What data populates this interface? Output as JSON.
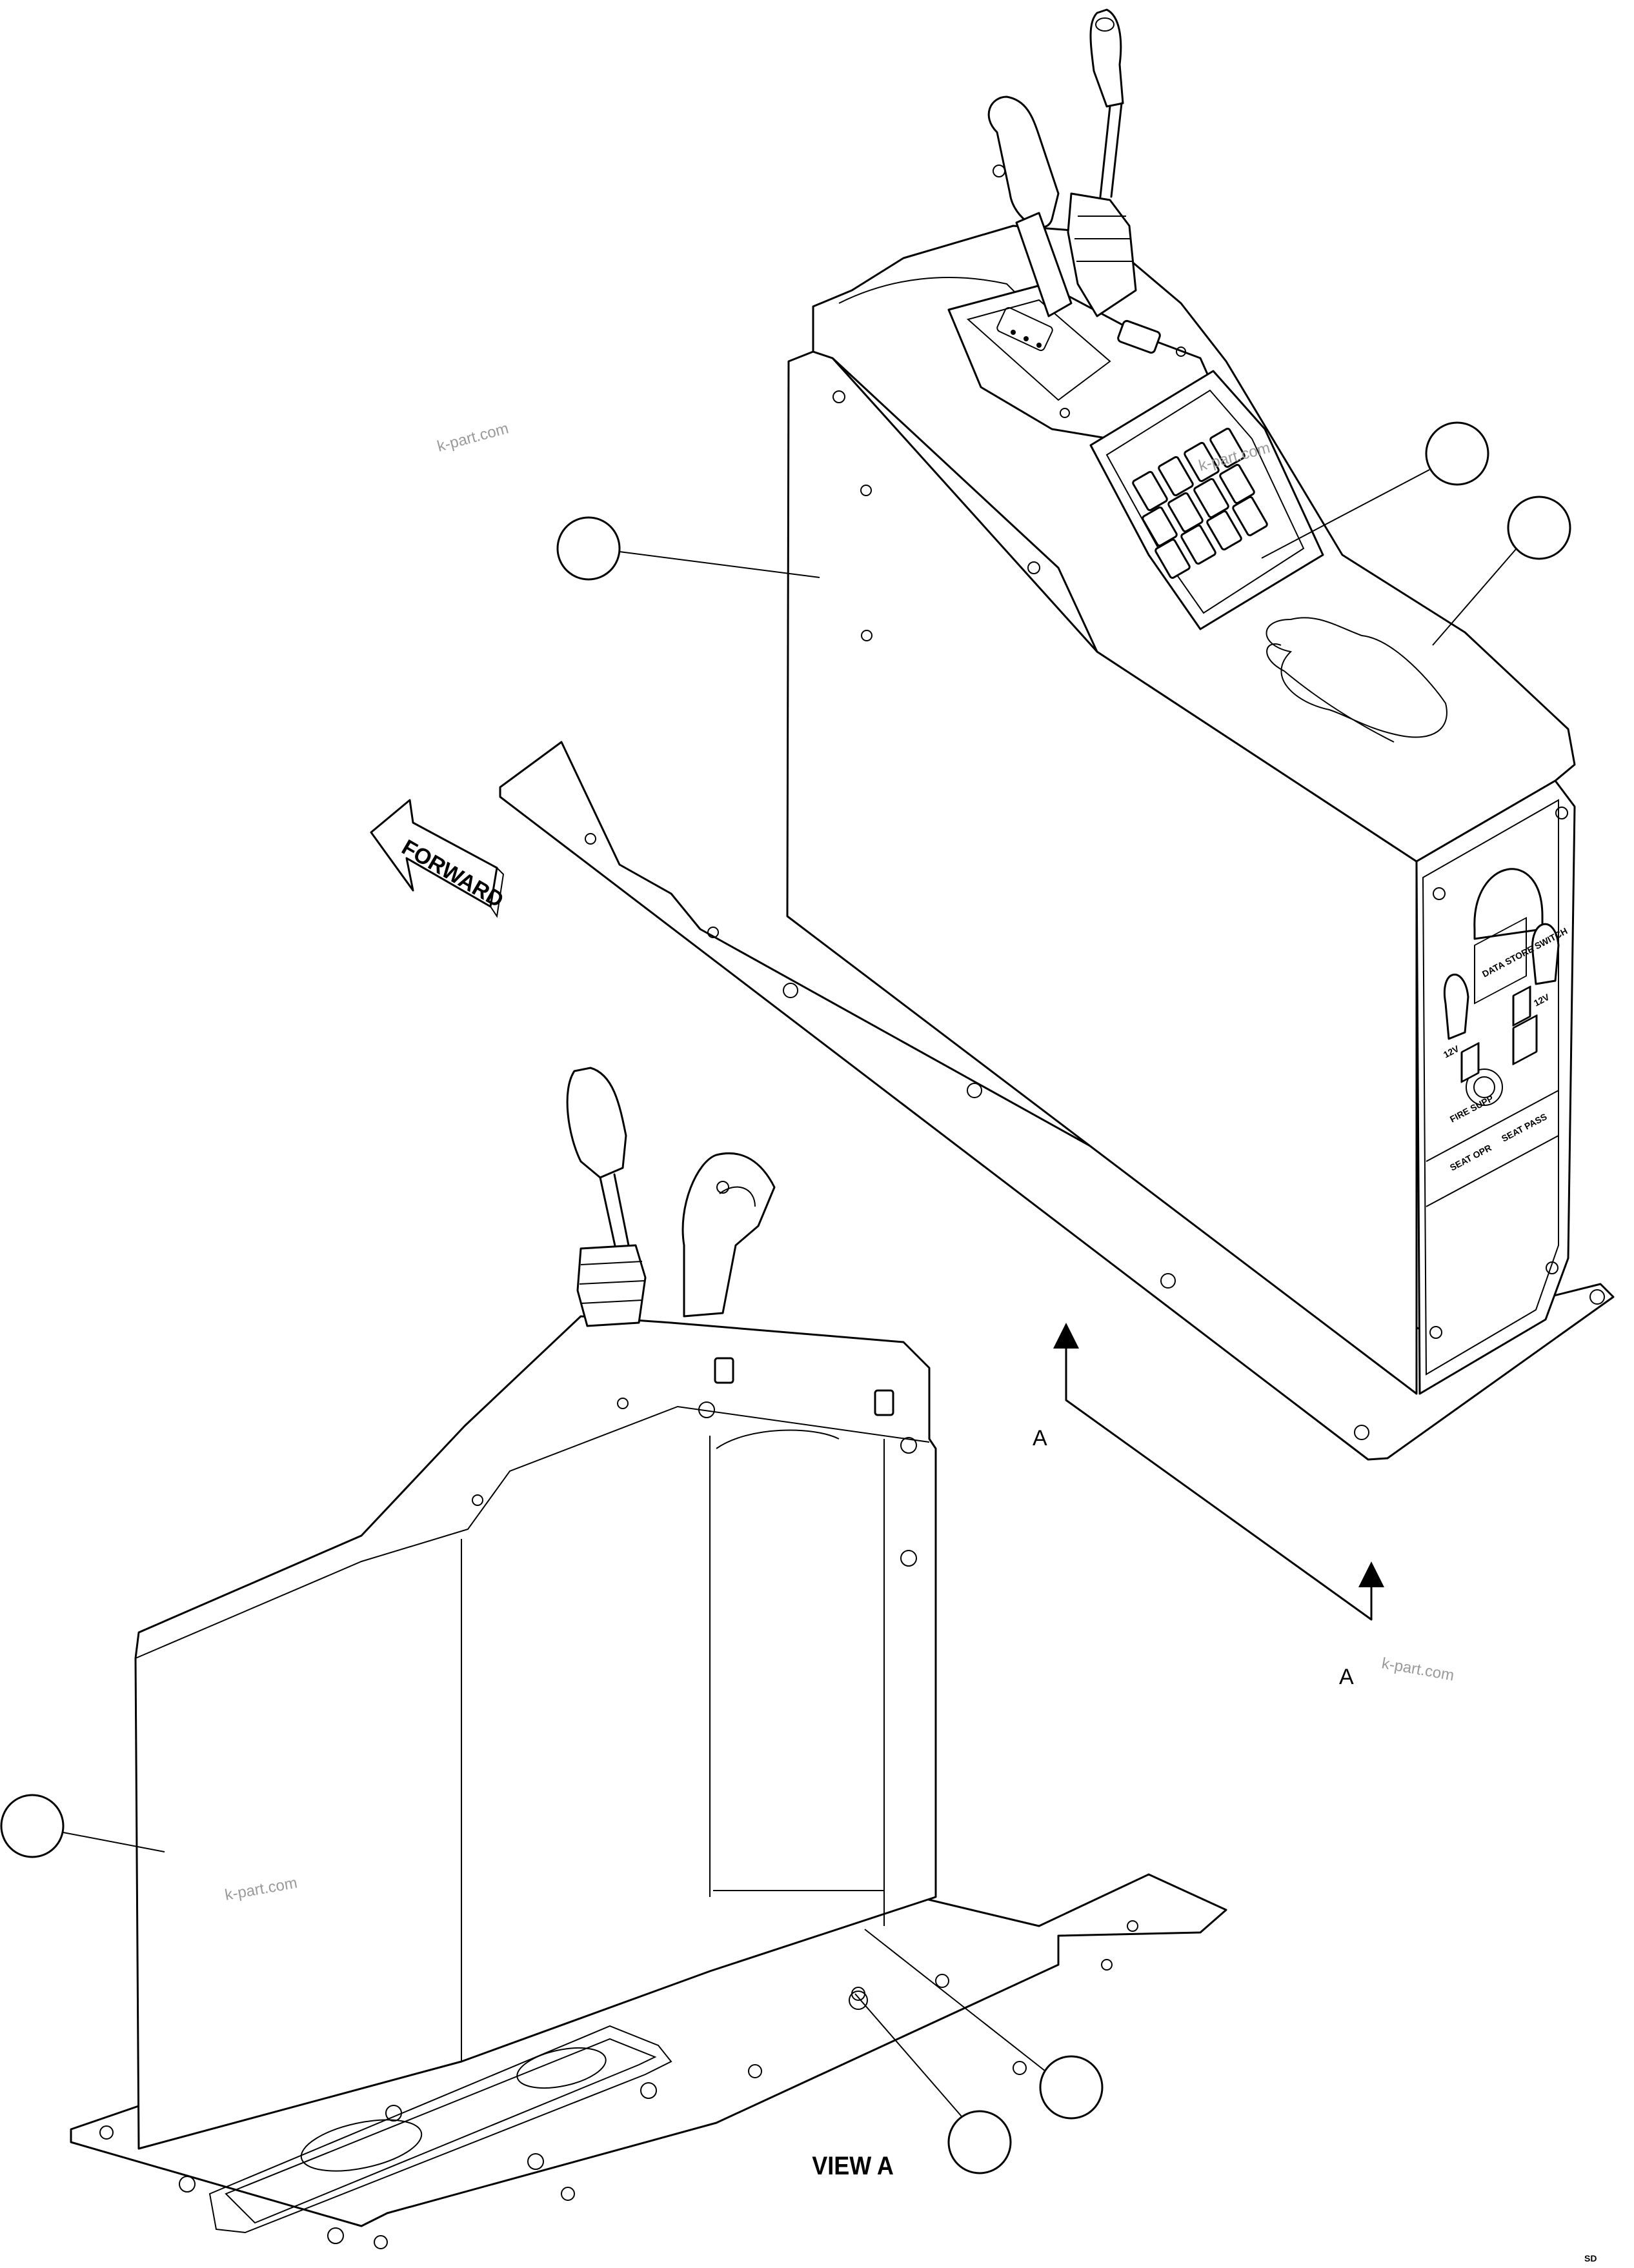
{
  "labels": {
    "forward": "FORWARD",
    "view_a_marker_1": "A",
    "view_a_marker_2": "A",
    "view_a_caption": "VIEW A",
    "data_store_switch": "DATA STORE SWITCH",
    "seat_opr": "SEAT OPR",
    "seat_pass": "SEAT PASS",
    "volt_12_left": "12V",
    "volt_12_right": "12V",
    "fire_supp": "FIRE SUPP",
    "corner_code": "SD"
  },
  "watermarks": {
    "w1": "k-part.com",
    "w2": "k-part.com",
    "w3": "k-part.com",
    "w4": "k-part.com"
  },
  "callouts": {
    "count": 6,
    "numbers": [
      "",
      "",
      "",
      "",
      "",
      ""
    ]
  }
}
